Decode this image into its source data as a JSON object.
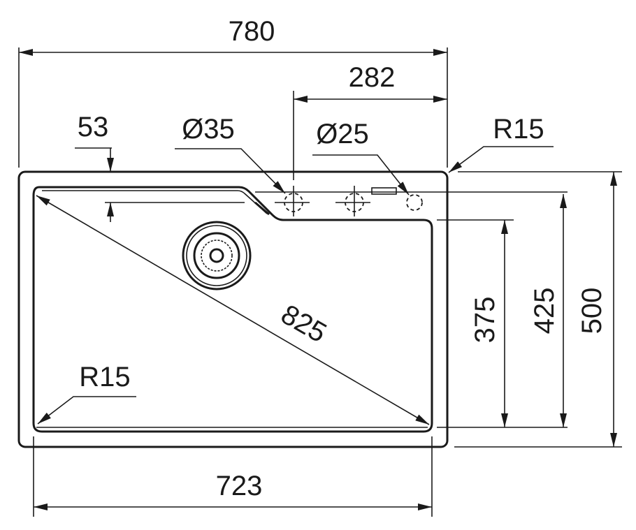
{
  "title": "Sink dimension drawing",
  "dimensions": {
    "overall_width": "780",
    "tap_offset": "282",
    "ledge_depth": "53",
    "tap_hole_diameter": "Ø35",
    "accessory_hole_diameter": "Ø25",
    "outer_radius": "R15",
    "bowl_diagonal": "825",
    "bowl_radius": "R15",
    "bowl_depth_front": "375",
    "bowl_depth": "425",
    "overall_depth": "500",
    "bowl_width": "723"
  },
  "colors": {
    "line": "#1a1a1a",
    "background": "#ffffff"
  }
}
